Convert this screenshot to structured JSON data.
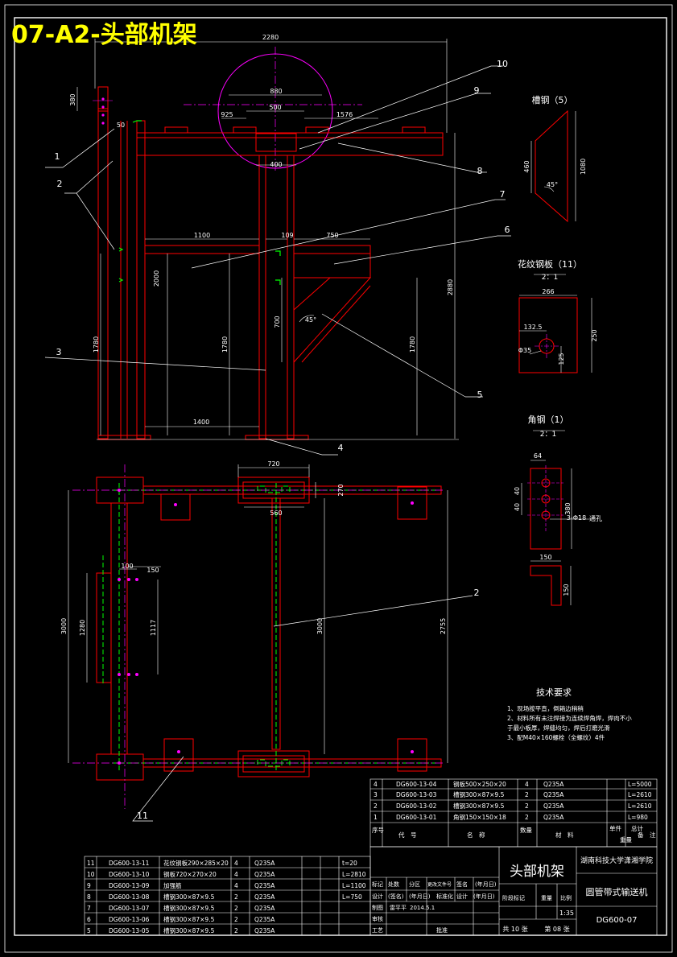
{
  "sheet_title": "07-A2-头部机架",
  "colors": {
    "background": "#000000",
    "outline": "#ff0000",
    "dimension": "#ffffff",
    "centerline": "#ff00ff",
    "hidden": "#00cc00",
    "border": "#ffffff",
    "title_text": "#ffff00"
  },
  "front_view": {
    "dims": {
      "overall_width": "2280",
      "circle_dia": "880",
      "inner_500": "500",
      "left_925": "925",
      "right_1576": "1576",
      "left_50": "50",
      "top_380": "380",
      "beam_400": "400",
      "mid_1100": "1100",
      "mid_109": "109",
      "mid_750": "750",
      "post_2000": "2000",
      "total_2880": "2880",
      "h_1780_a": "1780",
      "h_1780_b": "1780",
      "h_1780_c": "1780",
      "brace_700": "700",
      "base_1400": "1400",
      "angle_45": "45°"
    },
    "balloons": {
      "b1": "1",
      "b2": "2",
      "b3": "3",
      "b4": "4",
      "b5": "5",
      "b6": "6",
      "b7": "7",
      "b8": "8",
      "b9": "9",
      "b10": "10"
    }
  },
  "plan_view": {
    "dims": {
      "top_720": "720",
      "top_270": "270",
      "top_560": "560",
      "left_3000": "3000",
      "left_1280": "1280",
      "d_100": "100",
      "d_150": "150",
      "d_1117": "1117",
      "mid_3000": "3000",
      "right_2755": "2755"
    },
    "balloons": {
      "b2": "2",
      "b11": "11"
    }
  },
  "detail_channel": {
    "title": "槽钢（5）",
    "dims": {
      "d460": "460",
      "d1080": "1080",
      "ang": "45°"
    }
  },
  "detail_plate": {
    "title": "花纹钢板（11）",
    "scale": "2：1",
    "dims": {
      "w": "266",
      "h": "250",
      "x": "132.5",
      "hole": "Φ35",
      "y": "125"
    }
  },
  "detail_angle": {
    "title": "角钢（1）",
    "scale": "2：1",
    "dims": {
      "d64": "64",
      "d380": "380",
      "d40a": "40",
      "d40b": "40",
      "hole": "3-Φ18",
      "label": "通孔",
      "w150": "150",
      "h150": "150"
    }
  },
  "tech_req": {
    "title": "技术要求",
    "items": [
      "1、现场按平直，倒箱边稍稍",
      "2、材料所有未注焊接为连续焊角焊，焊肉不小",
      "   于最小板厚，焊缝均匀，焊后打磨光滑",
      "3、配M40×160螺栓（全螺纹）4件"
    ]
  },
  "bom_upper": {
    "rows": [
      [
        "4",
        "DG600-13-04",
        "钢板500×250×20",
        "4",
        "Q235A",
        "",
        "L=5000"
      ],
      [
        "3",
        "DG600-13-03",
        "槽钢300×87×9.5",
        "2",
        "Q235A",
        "",
        "L=2610"
      ],
      [
        "2",
        "DG600-13-02",
        "槽钢300×87×9.5",
        "2",
        "Q235A",
        "",
        "L=2610"
      ],
      [
        "1",
        "DG600-13-01",
        "角钢150×150×18",
        "2",
        "Q235A",
        "",
        "L=980"
      ]
    ],
    "header": [
      "序号",
      "代　号",
      "名　称",
      "数量",
      "材　料",
      "单件",
      "总计",
      "备　注"
    ],
    "header_weight": "重量"
  },
  "bom_lower": {
    "rows": [
      [
        "11",
        "DG600-13-11",
        "花纹钢板290×285×20",
        "4",
        "Q235A",
        "",
        "t=20"
      ],
      [
        "10",
        "DG600-13-10",
        "钢板720×270×20",
        "4",
        "Q235A",
        "",
        "L=2810"
      ],
      [
        "9",
        "DG600-13-09",
        "加强筋",
        "4",
        "Q235A",
        "",
        "L=1100"
      ],
      [
        "8",
        "DG600-13-08",
        "槽钢300×87×9.5",
        "2",
        "Q235A",
        "",
        "L=750"
      ],
      [
        "7",
        "DG600-13-07",
        "槽钢300×87×9.5",
        "2",
        "Q235A",
        "",
        ""
      ],
      [
        "6",
        "DG600-13-06",
        "槽钢300×87×9.5",
        "2",
        "Q235A",
        "",
        ""
      ],
      [
        "5",
        "DG600-13-05",
        "槽钢300×87×9.5",
        "2",
        "Q235A",
        "",
        ""
      ]
    ]
  },
  "title_block": {
    "part_name": "头部机架",
    "school": "湖南科技大学潇湘学院",
    "product": "圆管带式输送机",
    "drawing_no": "DG600-07",
    "scale": "1:35",
    "sheets_total": "共 10 张",
    "sheet_no": "第 08 张",
    "row_labels": {
      "mark": "标记",
      "count": "处数",
      "zone": "分区",
      "change_doc": "更改文件号",
      "sign": "签名",
      "date": "(年月日)",
      "design": "设计",
      "signed": "(签名)",
      "date2": "(年月日)",
      "std": "标准化",
      "sign2": "设计",
      "date3": "(年月日)",
      "draw": "制图",
      "drafter": "雷平平",
      "draw_date": "2014.5.1",
      "check": "审核",
      "craft": "工艺",
      "approve": "批准",
      "stage": "阶段标记",
      "weight": "重量",
      "ratio": "比例"
    }
  }
}
